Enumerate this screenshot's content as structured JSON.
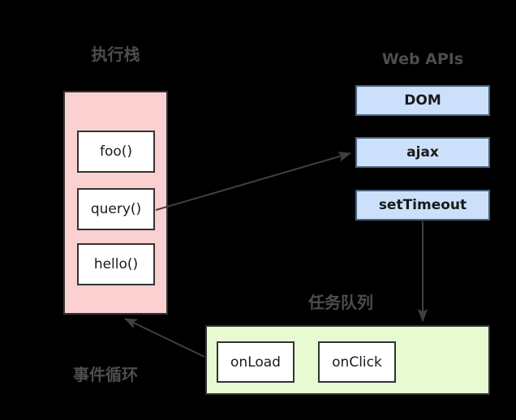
{
  "diagram": {
    "title_labels": {
      "call_stack": "执行栈",
      "web_apis": "Web APIs",
      "task_queue": "任务队列",
      "event_loop": "事件循环"
    },
    "colors": {
      "background": "#000000",
      "stack_fill": "#fbd0d0",
      "queue_fill": "#e8fad2",
      "api_fill": "#cce0fb",
      "api_border": "#46637f",
      "box_border": "#333333",
      "label_text": "#4d4d4d",
      "box_text": "#1a1a1a",
      "arrow": "#404040"
    },
    "call_stack": {
      "frames": [
        {
          "label": "foo()"
        },
        {
          "label": "query()"
        },
        {
          "label": "hello()"
        }
      ]
    },
    "web_apis": {
      "items": [
        {
          "label": "DOM"
        },
        {
          "label": "ajax"
        },
        {
          "label": "setTimeout"
        }
      ]
    },
    "task_queue": {
      "tasks": [
        {
          "label": "onLoad"
        },
        {
          "label": "onClick"
        }
      ]
    },
    "arrows": [
      {
        "name": "query-to-ajax",
        "from": "query()",
        "to": "ajax"
      },
      {
        "name": "settimeout-to-queue",
        "from": "setTimeout",
        "to": "任务队列"
      },
      {
        "name": "queue-to-stack",
        "from": "任务队列",
        "to": "执行栈"
      }
    ]
  }
}
